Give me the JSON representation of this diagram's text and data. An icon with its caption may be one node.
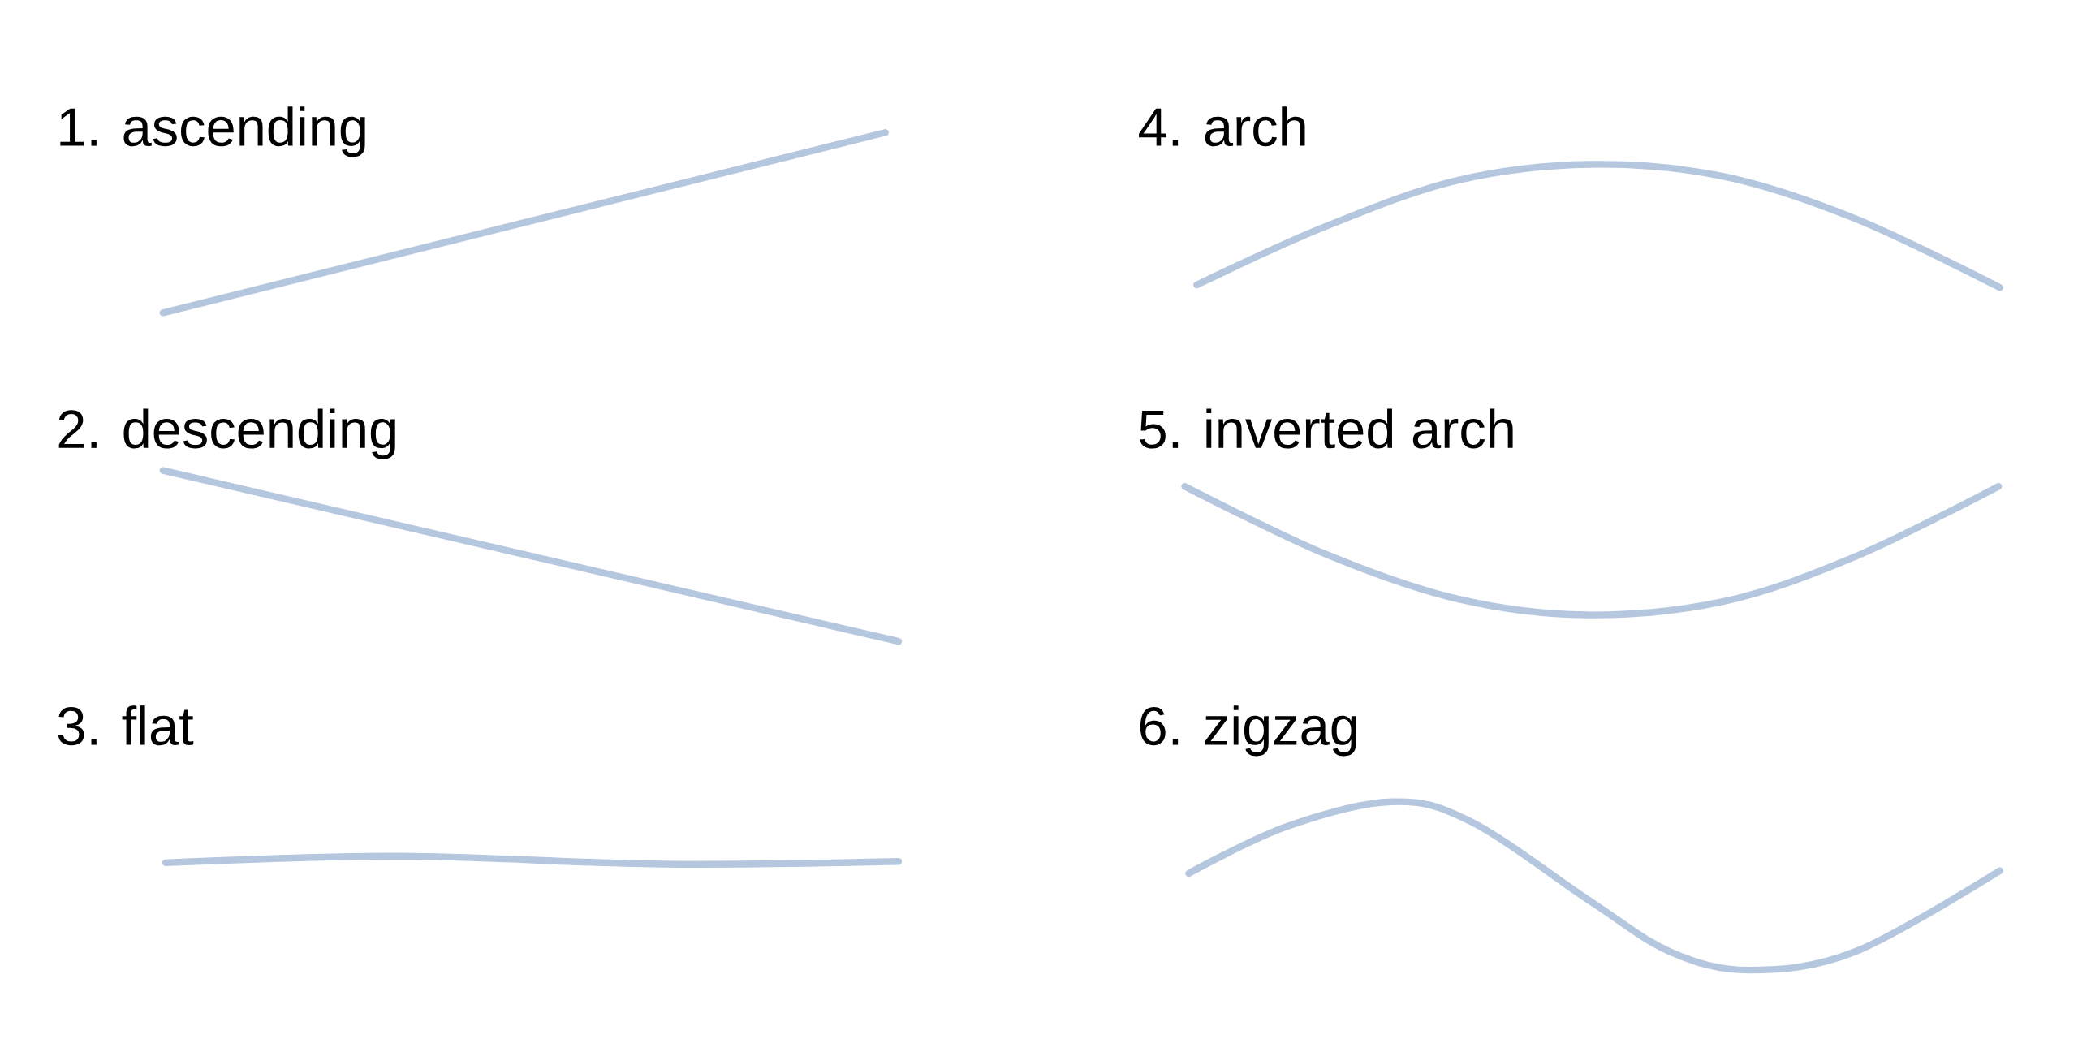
{
  "diagram": {
    "labels": [
      "1. ascending",
      "2. descending",
      "3. flat",
      "4. arch",
      "5. inverted arch",
      "6. zigzag"
    ]
  }
}
